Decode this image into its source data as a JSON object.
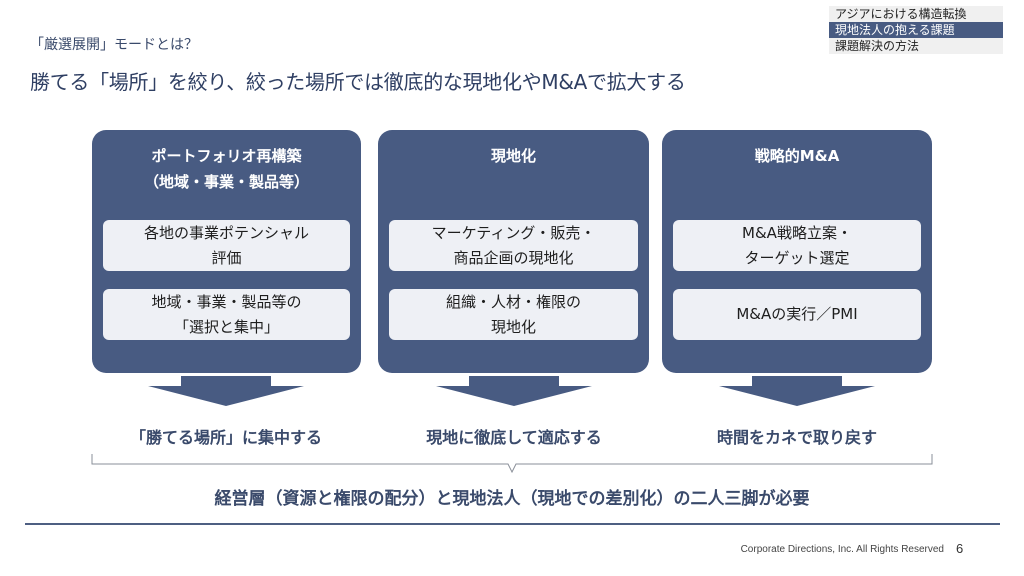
{
  "nav": {
    "items": [
      {
        "label": "アジアにおける構造転換",
        "active": false
      },
      {
        "label": "現地法人の抱える課題",
        "active": true
      },
      {
        "label": "課題解決の方法",
        "active": false
      }
    ]
  },
  "header": {
    "subtitle": "「厳選展開」モードとは？",
    "title": "勝てる「場所」を絞り、絞った場所では徹底的な現地化やM&Aで拡大する"
  },
  "panels": [
    {
      "title_line1": "ポートフォリオ再構築",
      "title_line2": "（地域・事業・製品等）",
      "items": [
        "各地の事業ポテンシャル\n評価",
        "地域・事業・製品等の\n「選択と集中」"
      ],
      "result": "「勝てる場所」に集中する"
    },
    {
      "title_line1": "現地化",
      "items": [
        "マーケティング・販売・\n商品企画の現地化",
        "組織・人材・権限の\n現地化"
      ],
      "result": "現地に徹底して適応する"
    },
    {
      "title_line1": "戦略的M&A",
      "items": [
        "M&A戦略立案・\nターゲット選定",
        "M&Aの実行／PMI"
      ],
      "result": "時間をカネで取り戻す"
    }
  ],
  "conclusion": "経営層（資源と権限の配分）と現地法人（現地での差別化）の二人三脚が必要",
  "footer": {
    "copyright": "Corporate Directions, Inc. All Rights Reserved",
    "page_number": "6"
  },
  "colors": {
    "panel": "#485b82",
    "item_bg": "#eef0f5",
    "text": "#3a4a6b",
    "arrow": "#485b82"
  }
}
